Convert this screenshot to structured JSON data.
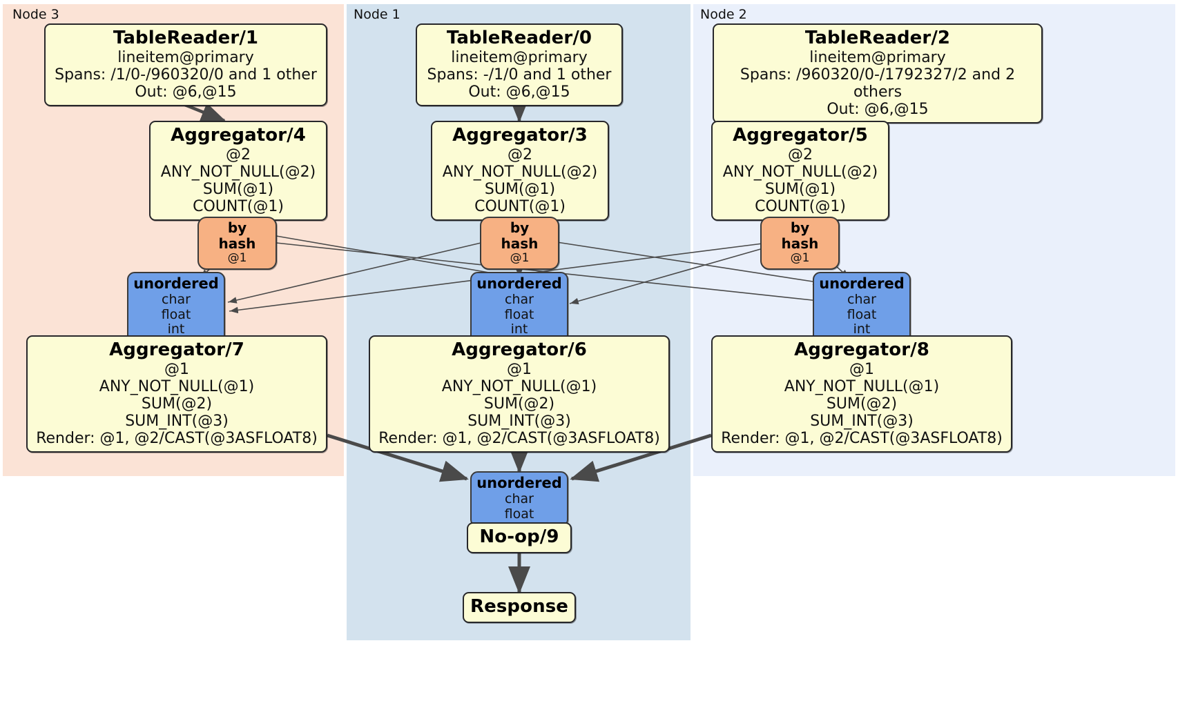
{
  "diagram": {
    "type": "distributed-query-plan",
    "title": "",
    "colors": {
      "node3_region": "#fbe3d6",
      "node1_region": "#d3e2ee",
      "node2_region": "#eaf0fb",
      "processor_fill": "#fcfcd5",
      "router_fill": "#f7b183",
      "sync_fill": "#6f9fe8",
      "edge": "#4a4a4a"
    }
  },
  "clusters": [
    {
      "id": "node3",
      "label": "Node 3"
    },
    {
      "id": "node1",
      "label": "Node 1"
    },
    {
      "id": "node2",
      "label": "Node 2"
    }
  ],
  "processors": {
    "tablereader1": {
      "title": "TableReader/1",
      "lines": [
        "lineitem@primary",
        "Spans: /1/0-/960320/0 and 1 other",
        "Out: @6,@15"
      ]
    },
    "tablereader0": {
      "title": "TableReader/0",
      "lines": [
        "lineitem@primary",
        "Spans: -/1/0 and 1 other",
        "Out: @6,@15"
      ]
    },
    "tablereader2": {
      "title": "TableReader/2",
      "lines": [
        "lineitem@primary",
        "Spans: /960320/0-/1792327/2 and 2 others",
        "Out: @6,@15"
      ]
    },
    "aggregator4": {
      "title": "Aggregator/4",
      "lines": [
        "@2",
        "ANY_NOT_NULL(@2)",
        "SUM(@1)",
        "COUNT(@1)"
      ]
    },
    "aggregator3": {
      "title": "Aggregator/3",
      "lines": [
        "@2",
        "ANY_NOT_NULL(@2)",
        "SUM(@1)",
        "COUNT(@1)"
      ]
    },
    "aggregator5": {
      "title": "Aggregator/5",
      "lines": [
        "@2",
        "ANY_NOT_NULL(@2)",
        "SUM(@1)",
        "COUNT(@1)"
      ]
    },
    "aggregator7": {
      "title": "Aggregator/7",
      "lines": [
        "@1",
        "ANY_NOT_NULL(@1)",
        "SUM(@2)",
        "SUM_INT(@3)",
        "Render: @1, @2/CAST(@3ASFLOAT8)"
      ]
    },
    "aggregator6": {
      "title": "Aggregator/6",
      "lines": [
        "@1",
        "ANY_NOT_NULL(@1)",
        "SUM(@2)",
        "SUM_INT(@3)",
        "Render: @1, @2/CAST(@3ASFLOAT8)"
      ]
    },
    "aggregator8": {
      "title": "Aggregator/8",
      "lines": [
        "@1",
        "ANY_NOT_NULL(@1)",
        "SUM(@2)",
        "SUM_INT(@3)",
        "Render: @1, @2/CAST(@3ASFLOAT8)"
      ]
    },
    "noop9": {
      "title": "No-op/9",
      "lines": []
    },
    "response": {
      "title": "Response",
      "lines": []
    }
  },
  "routers": {
    "byhash_left": {
      "title": "by hash",
      "lines": [
        "@1"
      ]
    },
    "byhash_center": {
      "title": "by hash",
      "lines": [
        "@1"
      ]
    },
    "byhash_right": {
      "title": "by hash",
      "lines": [
        "@1"
      ]
    }
  },
  "synchronizers": {
    "unordered_left": {
      "title": "unordered",
      "lines": [
        "char",
        "float",
        "int"
      ]
    },
    "unordered_center": {
      "title": "unordered",
      "lines": [
        "char",
        "float",
        "int"
      ]
    },
    "unordered_right": {
      "title": "unordered",
      "lines": [
        "char",
        "float",
        "int"
      ]
    },
    "unordered_final": {
      "title": "unordered",
      "lines": [
        "char",
        "float"
      ]
    }
  }
}
